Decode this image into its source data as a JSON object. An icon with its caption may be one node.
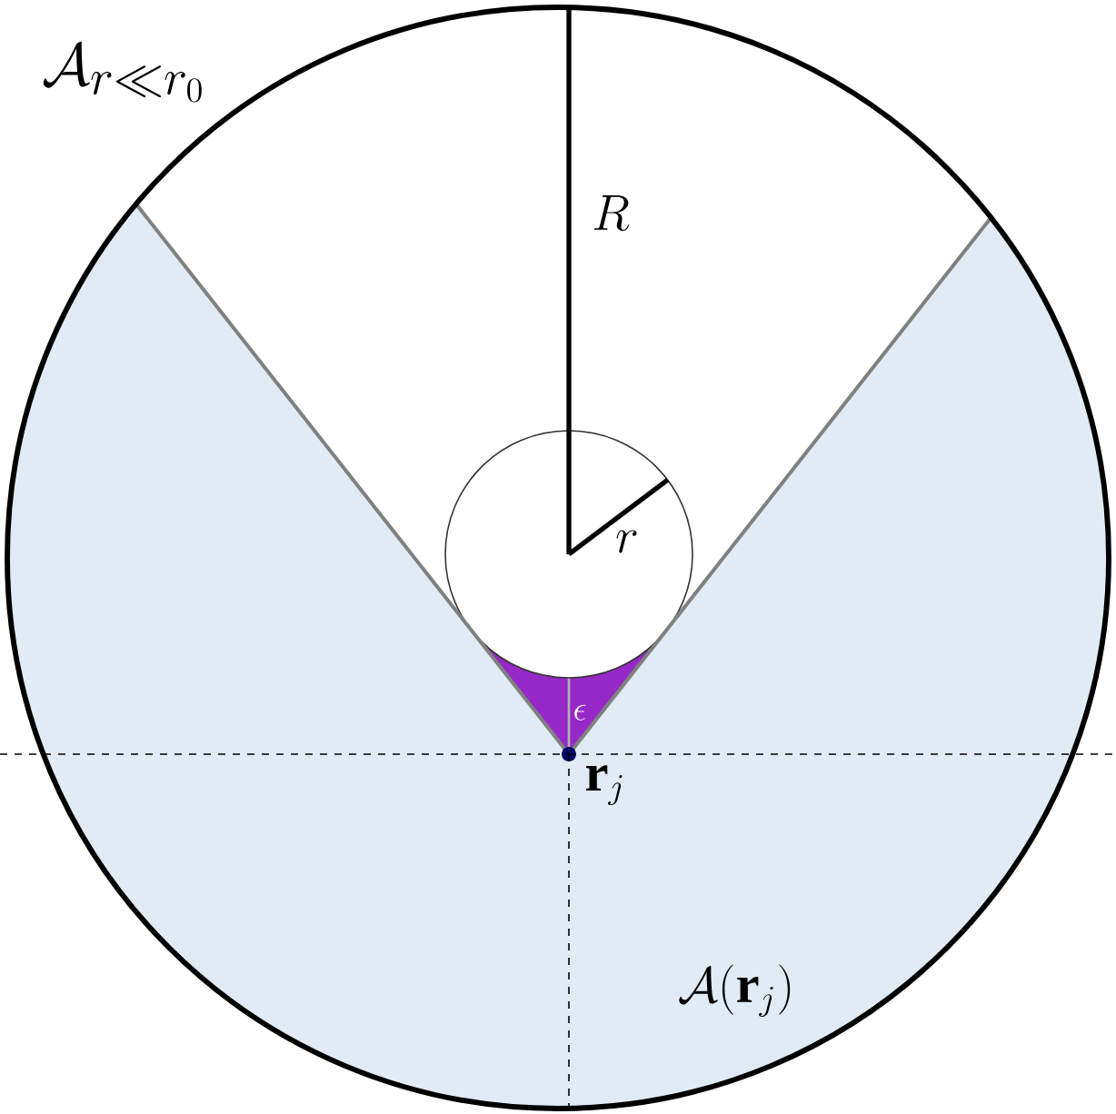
{
  "diagram": {
    "labels": [
      "\\mathcal{A}_{r\\ll r_0}",
      "R",
      "r",
      "\\epsilon",
      "\\mathbf{r}_j",
      "\\mathcal{A}(\\mathbf{r}_j)"
    ]
  }
}
